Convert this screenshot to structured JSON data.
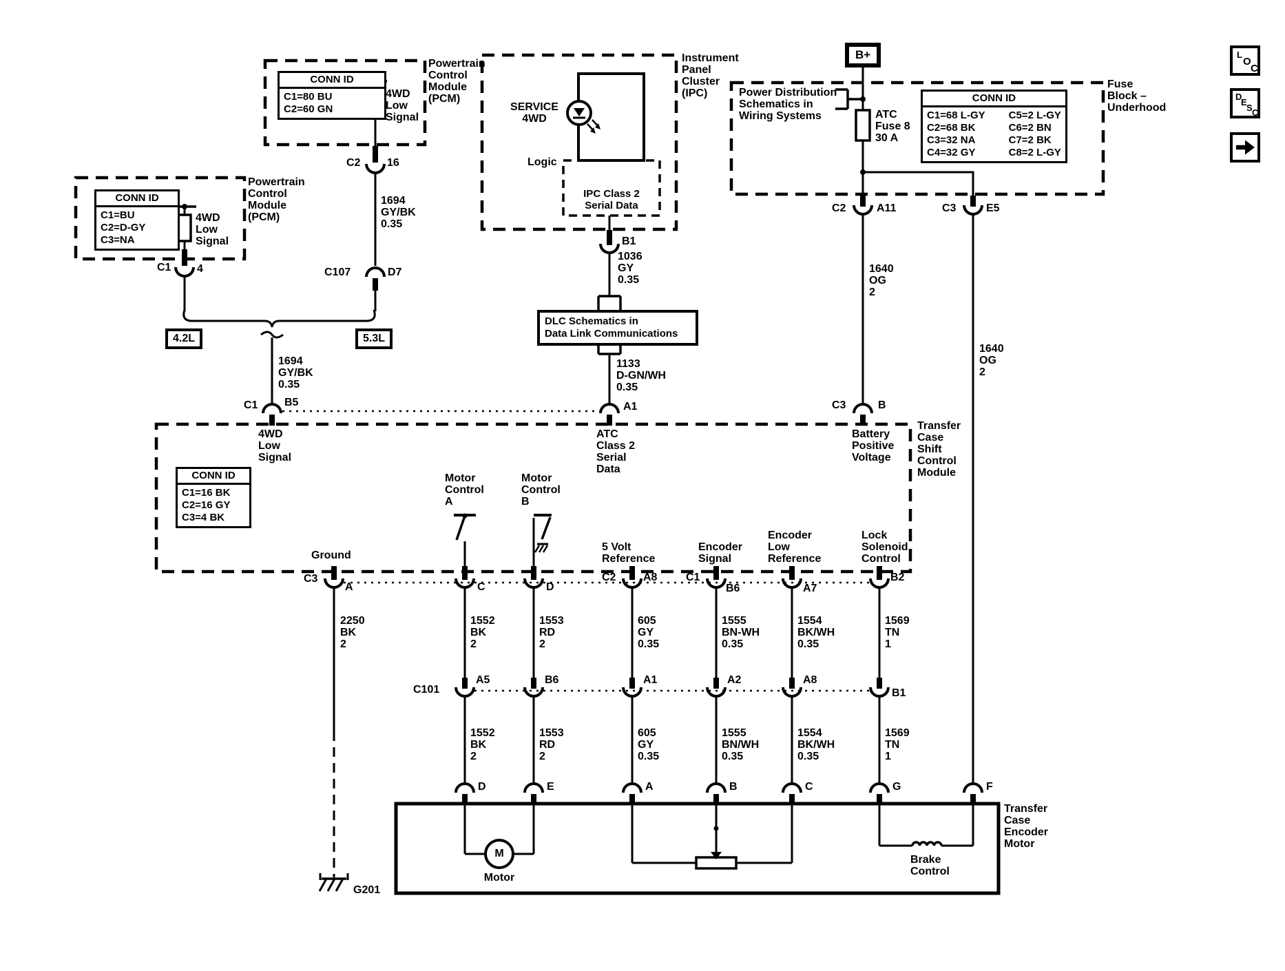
{
  "colors": {
    "ink": "#000000",
    "paper": "#ffffff"
  },
  "nav": {
    "loc_letters": [
      "L",
      "O",
      "C"
    ],
    "desc_letters": [
      "D",
      "E",
      "S",
      "C"
    ]
  },
  "pcm_a": {
    "module": "Powertrain\nControl\nModule\n(PCM)",
    "conn_id_title": "CONN ID",
    "conn_rows": [
      "C1=80 BU",
      "C2=60 GN"
    ],
    "signal": "4WD\nLow\nSignal",
    "pin_conn": "C2",
    "pin": "16"
  },
  "pcm_b": {
    "module": "Powertrain\nControl\nModule\n(PCM)",
    "conn_id_title": "CONN ID",
    "conn_rows": [
      "C1=BU",
      "C2=D-GY",
      "C3=NA"
    ],
    "signal": "4WD\nLow\nSignal",
    "pin_conn": "C1",
    "pin": "4"
  },
  "splice": {
    "c107": "C107",
    "d7": "D7",
    "engine_a": "4.2L",
    "engine_b": "5.3L"
  },
  "ipc": {
    "module": "Instrument\nPanel\nCluster\n(IPC)",
    "lamp": "SERVICE\n4WD",
    "logic": "Logic",
    "serial": "IPC Class 2\nSerial Data",
    "pin": "B1"
  },
  "power": {
    "battery": "B+",
    "power_dist": "Power Distribution\nSchematics in\nWiring Systems",
    "fuse": "ATC\nFuse 8\n30 A",
    "fuse_block": "Fuse\nBlock –\nUnderhood",
    "conn_id_title": "CONN ID",
    "conn_col1": [
      "C1=68 L-GY",
      "C2=68 BK",
      "C3=32 NA",
      "C4=32 GY"
    ],
    "conn_col2": [
      "C5=2 L-GY",
      "C6=2 BN",
      "C7=2 BK",
      "C8=2 L-GY"
    ],
    "c2": "C2",
    "a11": "A11",
    "c3": "C3",
    "e5": "E5"
  },
  "dlc": {
    "box": "DLC Schematics in\nData Link Communications"
  },
  "wires": {
    "w1694a": "1694\nGY/BK\n0.35",
    "w1694b": "1694\nGY/BK\n0.35",
    "w1036": "1036\nGY\n0.35",
    "w1133": "1133\nD-GN/WH\n0.35",
    "w1640a": "1640\nOG\n2",
    "w1640b": "1640\nOG\n2",
    "w2250": "2250\nBK\n2",
    "w1552a": "1552\nBK\n2",
    "w1553a": "1553\nRD\n2",
    "w605a": "605\nGY\n0.35",
    "w1555a": "1555\nBN-WH\n0.35",
    "w1554a": "1554\nBK/WH\n0.35",
    "w1569a": "1569\nTN\n1",
    "w1552b": "1552\nBK\n2",
    "w1553b": "1553\nRD\n2",
    "w605b": "605\nGY\n0.35",
    "w1555b": "1555\nBN/WH\n0.35",
    "w1554b": "1554\nBK/WH\n0.35",
    "w1569b": "1569\nTN\n1"
  },
  "tcscm": {
    "title": "Transfer\nCase\nShift\nControl\nModule",
    "conn_id_title": "CONN ID",
    "conn_rows": [
      "C1=16 BK",
      "C2=16 GY",
      "C3=4 BK"
    ],
    "sig_4wd": "4WD\nLow\nSignal",
    "sig_atc": "ATC\nClass 2\nSerial\nData",
    "sig_batt": "Battery\nPositive\nVoltage",
    "motor_a": "Motor\nControl\nA",
    "motor_b": "Motor\nControl\nB",
    "ground": "Ground",
    "ref5v": "5 Volt\nReference",
    "enc_sig": "Encoder\nSignal",
    "enc_low": "Encoder\nLow\nReference",
    "lock": "Lock\nSolenoid\nControl",
    "p_c1": "C1",
    "p_b5": "B5",
    "p_a1": "A1",
    "p_c3": "C3",
    "p_b": "B",
    "t_c3": "C3",
    "t_a": "A",
    "t_c": "C",
    "t_d": "D",
    "t_c2": "C2",
    "t_a8": "A8",
    "t_c1": "C1",
    "t_b6": "B6",
    "t_a7": "A7",
    "t_b2": "B2"
  },
  "c101": {
    "label": "C101",
    "pins": [
      "A5",
      "B6",
      "A1",
      "A2",
      "A8",
      "B1"
    ]
  },
  "motor": {
    "title": "Transfer\nCase\nEncoder\nMotor",
    "terminals": [
      "D",
      "E",
      "A",
      "B",
      "C",
      "G",
      "F"
    ],
    "motor_m": "M",
    "motor_label": "Motor",
    "brake": "Brake\nControl"
  },
  "ground": {
    "g201": "G201"
  }
}
